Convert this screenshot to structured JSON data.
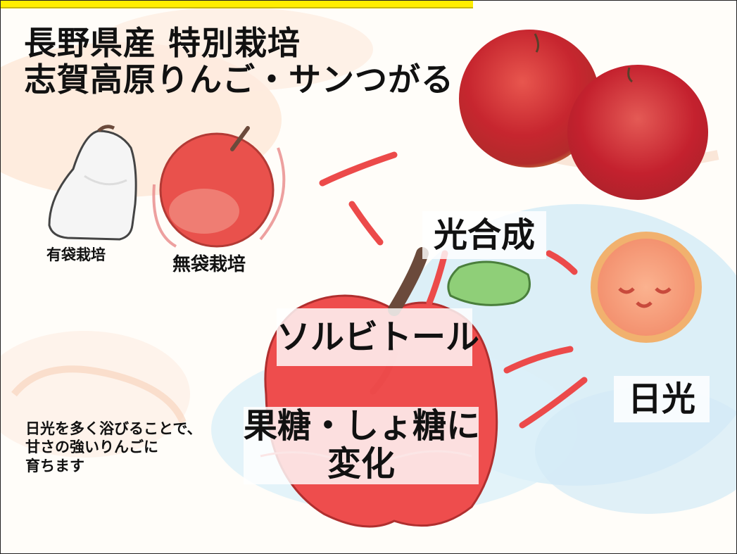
{
  "title": {
    "line1": "長野県産 特別栽培",
    "line2": "志賀高原りんご・サンつがる"
  },
  "labels": {
    "bagged": "有袋栽培",
    "unbagged": "無袋栽培",
    "photosynthesis": "光合成",
    "sorbitol": "ソルビトール",
    "sugar_line1": "果糖・しょ糖に",
    "sugar_line2": "変化",
    "sunlight": "日光"
  },
  "note": {
    "line1": "日光を多く浴びることで、",
    "line2": "甘さの強いりんごに",
    "line3": "育ちます"
  },
  "icons": [
    "paper-bag-icon",
    "small-apple-icon",
    "sun-icon",
    "leaf-icon",
    "apple-photo",
    "big-apple-icon",
    "arrow-icon"
  ],
  "colors": {
    "banner": "#ffee00",
    "arrow": "#ec4a4a",
    "apple_red": "#e94e4e",
    "sun": "#f7a07a",
    "leaf": "#8fcf78",
    "sky": "#cfe9f6"
  }
}
